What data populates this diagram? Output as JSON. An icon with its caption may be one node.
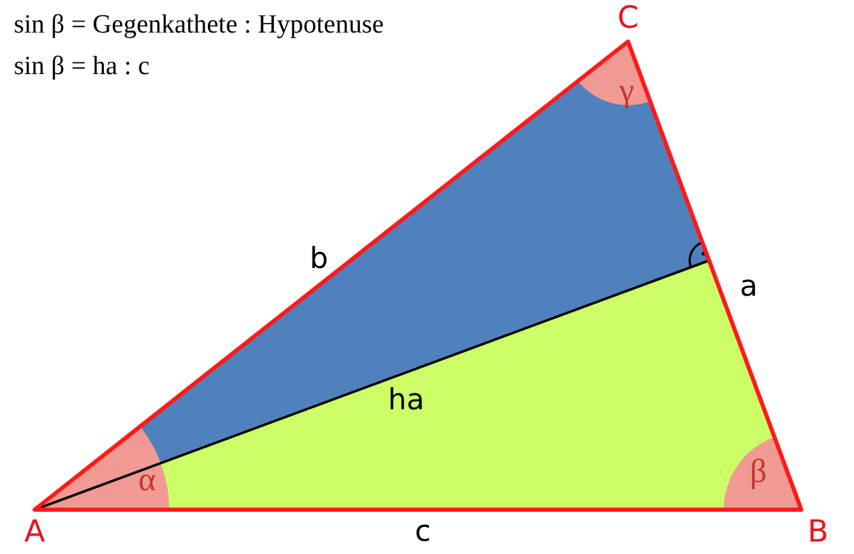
{
  "diagram": {
    "labels": [
      "sin β = Gegenkathete : Hypotenuse",
      "sin β = ha : c",
      "C",
      "b",
      "a",
      "ha",
      "γ",
      "α",
      "β",
      "A",
      "c",
      "B"
    ]
  }
}
